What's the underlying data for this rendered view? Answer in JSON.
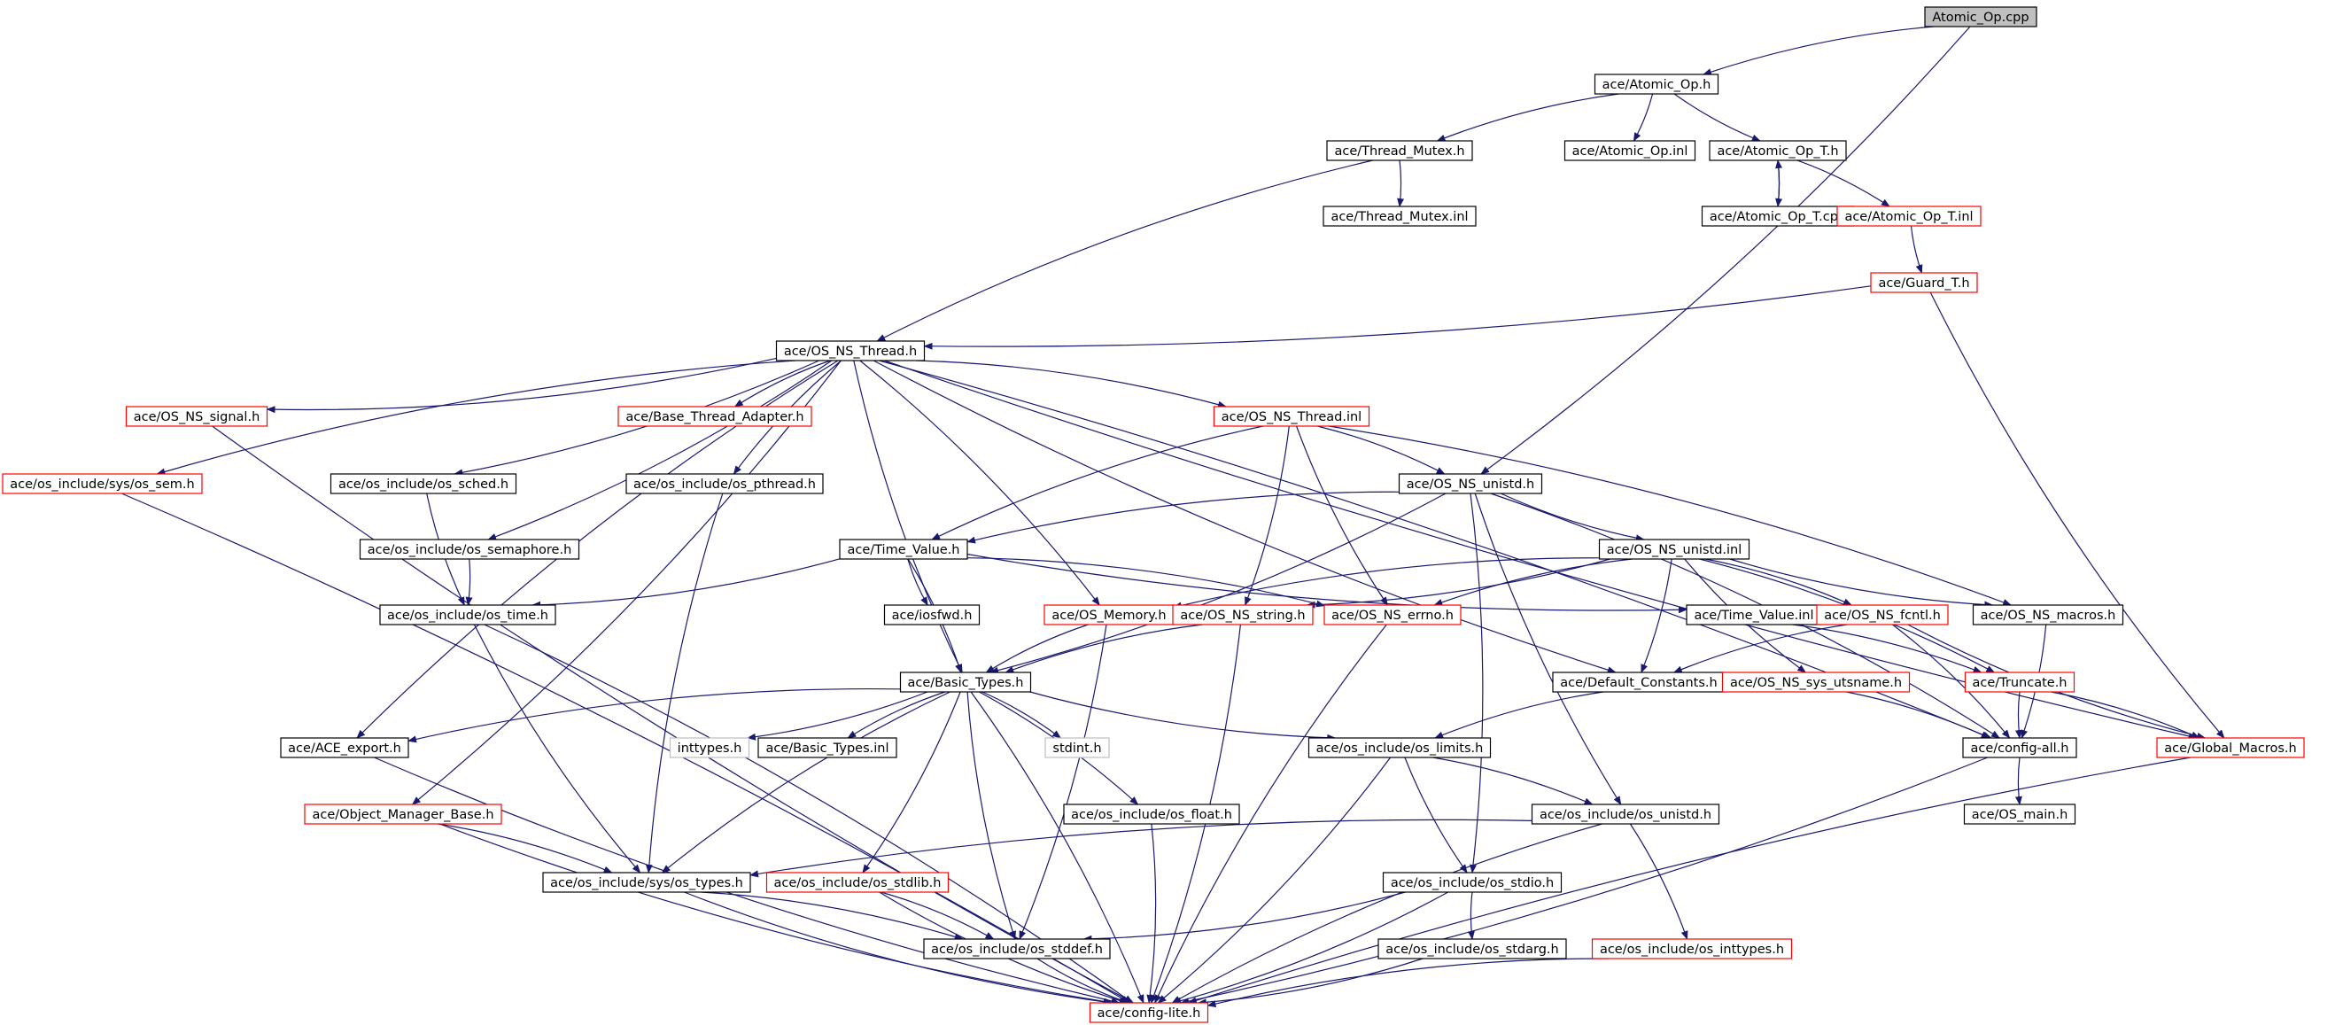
{
  "graph": {
    "title": "",
    "colors": {
      "edge": "#191970",
      "root_fill": "#bfbfbf",
      "node_border": "#000000",
      "red_border": "#ff0000",
      "gray_border": "#bfbfbf",
      "text": "#000000",
      "background": "#ffffff"
    },
    "nodes": [
      {
        "id": "atomic_op_cpp",
        "label": "Atomic_Op.cpp",
        "style": "root"
      },
      {
        "id": "atomic_op_h",
        "label": "ace/Atomic_Op.h",
        "style": "normal"
      },
      {
        "id": "thread_mutex_h",
        "label": "ace/Thread_Mutex.h",
        "style": "normal"
      },
      {
        "id": "atomic_op_inl",
        "label": "ace/Atomic_Op.inl",
        "style": "normal"
      },
      {
        "id": "atomic_op_t_h",
        "label": "ace/Atomic_Op_T.h",
        "style": "normal"
      },
      {
        "id": "thread_mutex_inl",
        "label": "ace/Thread_Mutex.inl",
        "style": "normal"
      },
      {
        "id": "atomic_op_t_cpp",
        "label": "ace/Atomic_Op_T.cpp",
        "style": "normal"
      },
      {
        "id": "atomic_op_t_inl",
        "label": "ace/Atomic_Op_T.inl",
        "style": "red"
      },
      {
        "id": "guard_t_h",
        "label": "ace/Guard_T.h",
        "style": "red"
      },
      {
        "id": "os_ns_thread_h",
        "label": "ace/OS_NS_Thread.h",
        "style": "normal"
      },
      {
        "id": "os_ns_signal_h",
        "label": "ace/OS_NS_signal.h",
        "style": "red"
      },
      {
        "id": "base_thread_adapter_h",
        "label": "ace/Base_Thread_Adapter.h",
        "style": "red"
      },
      {
        "id": "os_ns_thread_inl",
        "label": "ace/OS_NS_Thread.inl",
        "style": "red"
      },
      {
        "id": "os_sem_h",
        "label": "ace/os_include/sys/os_sem.h",
        "style": "red"
      },
      {
        "id": "os_sched_h",
        "label": "ace/os_include/os_sched.h",
        "style": "normal"
      },
      {
        "id": "os_pthread_h",
        "label": "ace/os_include/os_pthread.h",
        "style": "normal"
      },
      {
        "id": "os_ns_unistd_h",
        "label": "ace/OS_NS_unistd.h",
        "style": "normal"
      },
      {
        "id": "os_semaphore_h",
        "label": "ace/os_include/os_semaphore.h",
        "style": "normal"
      },
      {
        "id": "time_value_h",
        "label": "ace/Time_Value.h",
        "style": "normal"
      },
      {
        "id": "os_ns_unistd_inl",
        "label": "ace/OS_NS_unistd.inl",
        "style": "normal"
      },
      {
        "id": "os_time_h",
        "label": "ace/os_include/os_time.h",
        "style": "normal"
      },
      {
        "id": "iosfwd_h",
        "label": "ace/iosfwd.h",
        "style": "normal"
      },
      {
        "id": "os_memory_h",
        "label": "ace/OS_Memory.h",
        "style": "red"
      },
      {
        "id": "os_ns_string_h",
        "label": "ace/OS_NS_string.h",
        "style": "red"
      },
      {
        "id": "os_ns_errno_h",
        "label": "ace/OS_NS_errno.h",
        "style": "red"
      },
      {
        "id": "time_value_inl",
        "label": "ace/Time_Value.inl",
        "style": "normal"
      },
      {
        "id": "os_ns_fcntl_h",
        "label": "ace/OS_NS_fcntl.h",
        "style": "red"
      },
      {
        "id": "os_ns_macros_h",
        "label": "ace/OS_NS_macros.h",
        "style": "normal"
      },
      {
        "id": "basic_types_h",
        "label": "ace/Basic_Types.h",
        "style": "normal"
      },
      {
        "id": "default_constants_h",
        "label": "ace/Default_Constants.h",
        "style": "normal"
      },
      {
        "id": "os_ns_sys_utsname_h",
        "label": "ace/OS_NS_sys_utsname.h",
        "style": "red"
      },
      {
        "id": "truncate_h",
        "label": "ace/Truncate.h",
        "style": "red"
      },
      {
        "id": "ace_export_h",
        "label": "ace/ACE_export.h",
        "style": "normal"
      },
      {
        "id": "inttypes_h",
        "label": "inttypes.h",
        "style": "gray"
      },
      {
        "id": "basic_types_inl",
        "label": "ace/Basic_Types.inl",
        "style": "normal"
      },
      {
        "id": "stdint_h",
        "label": "stdint.h",
        "style": "gray"
      },
      {
        "id": "os_limits_h",
        "label": "ace/os_include/os_limits.h",
        "style": "normal"
      },
      {
        "id": "config_all_h",
        "label": "ace/config-all.h",
        "style": "normal"
      },
      {
        "id": "global_macros_h",
        "label": "ace/Global_Macros.h",
        "style": "red"
      },
      {
        "id": "object_manager_base_h",
        "label": "ace/Object_Manager_Base.h",
        "style": "red"
      },
      {
        "id": "os_float_h",
        "label": "ace/os_include/os_float.h",
        "style": "normal"
      },
      {
        "id": "os_unistd_h",
        "label": "ace/os_include/os_unistd.h",
        "style": "normal"
      },
      {
        "id": "os_main_h",
        "label": "ace/OS_main.h",
        "style": "normal"
      },
      {
        "id": "os_types_h",
        "label": "ace/os_include/sys/os_types.h",
        "style": "normal"
      },
      {
        "id": "os_stdlib_h",
        "label": "ace/os_include/os_stdlib.h",
        "style": "red"
      },
      {
        "id": "os_stdio_h",
        "label": "ace/os_include/os_stdio.h",
        "style": "normal"
      },
      {
        "id": "os_stddef_h",
        "label": "ace/os_include/os_stddef.h",
        "style": "normal"
      },
      {
        "id": "os_stdarg_h",
        "label": "ace/os_include/os_stdarg.h",
        "style": "normal"
      },
      {
        "id": "os_inttypes_h",
        "label": "ace/os_include/os_inttypes.h",
        "style": "red"
      },
      {
        "id": "config_lite_h",
        "label": "ace/config-lite.h",
        "style": "red"
      }
    ],
    "edges": [
      [
        "atomic_op_cpp",
        "atomic_op_h"
      ],
      [
        "atomic_op_cpp",
        "os_ns_unistd_h"
      ],
      [
        "atomic_op_h",
        "thread_mutex_h"
      ],
      [
        "atomic_op_h",
        "atomic_op_inl"
      ],
      [
        "atomic_op_h",
        "atomic_op_t_h"
      ],
      [
        "thread_mutex_h",
        "thread_mutex_inl"
      ],
      [
        "thread_mutex_h",
        "os_ns_thread_h"
      ],
      [
        "atomic_op_t_h",
        "atomic_op_t_cpp"
      ],
      [
        "atomic_op_t_cpp",
        "atomic_op_t_h"
      ],
      [
        "atomic_op_t_h",
        "atomic_op_t_inl"
      ],
      [
        "atomic_op_t_inl",
        "guard_t_h"
      ],
      [
        "guard_t_h",
        "os_ns_thread_h"
      ],
      [
        "guard_t_h",
        "global_macros_h"
      ],
      [
        "os_ns_thread_h",
        "os_ns_signal_h"
      ],
      [
        "os_ns_thread_h",
        "base_thread_adapter_h"
      ],
      [
        "os_ns_thread_h",
        "os_ns_thread_inl"
      ],
      [
        "os_ns_thread_h",
        "os_sem_h"
      ],
      [
        "os_ns_thread_h",
        "os_sched_h"
      ],
      [
        "os_ns_thread_h",
        "os_pthread_h"
      ],
      [
        "os_ns_thread_h",
        "os_semaphore_h"
      ],
      [
        "os_ns_thread_h",
        "ace_export_h"
      ],
      [
        "os_ns_thread_h",
        "object_manager_base_h"
      ],
      [
        "os_ns_thread_h",
        "basic_types_h"
      ],
      [
        "os_ns_thread_h",
        "os_memory_h"
      ],
      [
        "os_ns_thread_h",
        "default_constants_h"
      ],
      [
        "os_ns_thread_h",
        "config_all_h"
      ],
      [
        "os_ns_thread_h",
        "global_macros_h"
      ],
      [
        "os_ns_thread_inl",
        "os_ns_unistd_h"
      ],
      [
        "os_ns_thread_inl",
        "time_value_h"
      ],
      [
        "os_ns_thread_inl",
        "os_ns_string_h"
      ],
      [
        "os_ns_thread_inl",
        "os_ns_errno_h"
      ],
      [
        "os_ns_thread_inl",
        "os_ns_macros_h"
      ],
      [
        "os_ns_unistd_h",
        "time_value_h"
      ],
      [
        "os_ns_unistd_h",
        "basic_types_h"
      ],
      [
        "os_ns_unistd_h",
        "os_ns_unistd_inl"
      ],
      [
        "os_ns_unistd_h",
        "os_stdio_h"
      ],
      [
        "os_ns_unistd_h",
        "os_unistd_h"
      ],
      [
        "os_ns_unistd_h",
        "config_all_h"
      ],
      [
        "os_ns_signal_h",
        "config_lite_h"
      ],
      [
        "os_sem_h",
        "config_lite_h"
      ],
      [
        "os_sched_h",
        "os_time_h"
      ],
      [
        "os_semaphore_h",
        "os_time_h"
      ],
      [
        "os_pthread_h",
        "os_types_h"
      ],
      [
        "time_value_h",
        "os_time_h"
      ],
      [
        "time_value_h",
        "iosfwd_h"
      ],
      [
        "time_value_h",
        "basic_types_h"
      ],
      [
        "time_value_h",
        "time_value_inl"
      ],
      [
        "time_value_h",
        "os_ns_errno_h"
      ],
      [
        "os_time_h",
        "os_types_h"
      ],
      [
        "os_time_h",
        "config_lite_h"
      ],
      [
        "os_ns_unistd_inl",
        "os_memory_h"
      ],
      [
        "os_ns_unistd_inl",
        "os_ns_string_h"
      ],
      [
        "os_ns_unistd_inl",
        "os_ns_errno_h"
      ],
      [
        "os_ns_unistd_inl",
        "os_ns_fcntl_h"
      ],
      [
        "os_ns_unistd_inl",
        "os_ns_macros_h"
      ],
      [
        "os_ns_unistd_inl",
        "default_constants_h"
      ],
      [
        "os_ns_unistd_inl",
        "os_ns_sys_utsname_h"
      ],
      [
        "os_ns_unistd_inl",
        "truncate_h"
      ],
      [
        "os_memory_h",
        "basic_types_h"
      ],
      [
        "os_memory_h",
        "os_stddef_h"
      ],
      [
        "os_ns_string_h",
        "basic_types_h"
      ],
      [
        "os_ns_string_h",
        "config_lite_h"
      ],
      [
        "os_ns_errno_h",
        "config_lite_h"
      ],
      [
        "time_value_inl",
        "truncate_h"
      ],
      [
        "os_ns_fcntl_h",
        "default_constants_h"
      ],
      [
        "os_ns_fcntl_h",
        "config_all_h"
      ],
      [
        "os_ns_fcntl_h",
        "global_macros_h"
      ],
      [
        "os_ns_macros_h",
        "config_all_h"
      ],
      [
        "default_constants_h",
        "os_limits_h"
      ],
      [
        "os_ns_sys_utsname_h",
        "config_all_h"
      ],
      [
        "truncate_h",
        "config_all_h"
      ],
      [
        "truncate_h",
        "global_macros_h"
      ],
      [
        "basic_types_h",
        "ace_export_h"
      ],
      [
        "basic_types_h",
        "inttypes_h"
      ],
      [
        "basic_types_h",
        "basic_types_inl"
      ],
      [
        "basic_types_h",
        "stdint_h"
      ],
      [
        "basic_types_h",
        "os_limits_h"
      ],
      [
        "basic_types_h",
        "os_float_h"
      ],
      [
        "basic_types_h",
        "os_types_h"
      ],
      [
        "basic_types_h",
        "os_stdlib_h"
      ],
      [
        "basic_types_h",
        "os_stddef_h"
      ],
      [
        "basic_types_h",
        "config_lite_h"
      ],
      [
        "ace_export_h",
        "config_lite_h"
      ],
      [
        "os_limits_h",
        "os_unistd_h"
      ],
      [
        "os_limits_h",
        "os_stdio_h"
      ],
      [
        "os_limits_h",
        "config_lite_h"
      ],
      [
        "config_all_h",
        "os_main_h"
      ],
      [
        "config_all_h",
        "config_lite_h"
      ],
      [
        "global_macros_h",
        "config_lite_h"
      ],
      [
        "object_manager_base_h",
        "os_types_h"
      ],
      [
        "object_manager_base_h",
        "config_lite_h"
      ],
      [
        "os_float_h",
        "config_lite_h"
      ],
      [
        "os_unistd_h",
        "os_types_h"
      ],
      [
        "os_unistd_h",
        "os_inttypes_h"
      ],
      [
        "os_unistd_h",
        "config_lite_h"
      ],
      [
        "os_types_h",
        "os_stddef_h"
      ],
      [
        "os_types_h",
        "config_lite_h"
      ],
      [
        "os_stdlib_h",
        "os_stddef_h"
      ],
      [
        "os_stdlib_h",
        "config_lite_h"
      ],
      [
        "os_stdio_h",
        "os_stddef_h"
      ],
      [
        "os_stdio_h",
        "os_stdarg_h"
      ],
      [
        "os_stdio_h",
        "config_lite_h"
      ],
      [
        "os_stddef_h",
        "config_lite_h"
      ],
      [
        "os_stdarg_h",
        "config_lite_h"
      ],
      [
        "os_inttypes_h",
        "config_lite_h"
      ]
    ]
  }
}
